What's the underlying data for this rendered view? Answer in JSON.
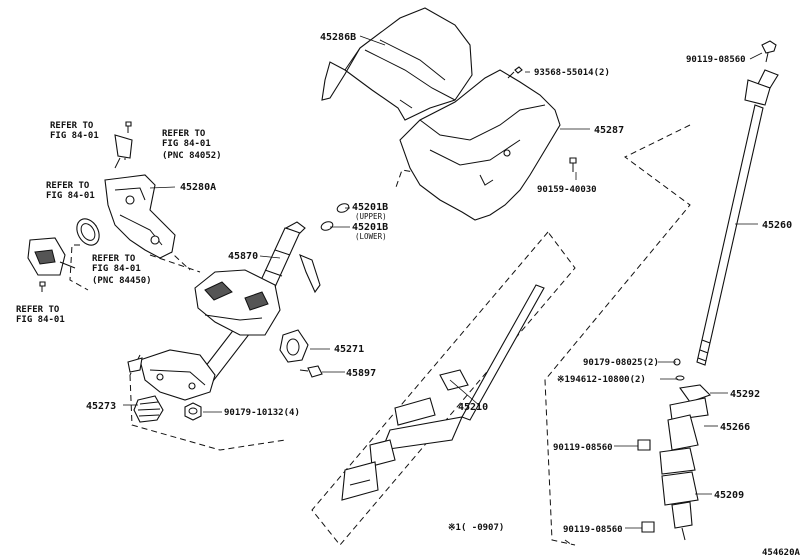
{
  "labels": {
    "p45286B": "45286B",
    "p93568": "93568-55014(2)",
    "p45287": "45287",
    "p90159": "90159-40030",
    "p90119_top": "90119-08560",
    "p45260": "45260",
    "refer1_l1": "REFER TO",
    "refer1_l2": "FIG 84-01",
    "refer2_l1": "REFER TO",
    "refer2_l2": "FIG 84-01",
    "refer2_l3": "(PNC 84052)",
    "refer3_l1": "REFER TO",
    "refer3_l2": "FIG 84-01",
    "p45280A": "45280A",
    "p45201B_u": "45201B",
    "upper": "(UPPER)",
    "p45201B_l": "45201B",
    "lower": "(LOWER)",
    "refer4_l1": "REFER TO",
    "refer4_l2": "FIG 84-01",
    "refer4_l3": "(PNC 84450)",
    "refer5_l1": "REFER TO",
    "refer5_l2": "FIG 84-01",
    "p45870": "45870",
    "p45271": "45271",
    "p45897": "45897",
    "p45273": "45273",
    "p90179_10132": "90179-10132(4)",
    "p45210": "45210",
    "p90179_08025": "90179-08025(2)",
    "p194612": "※194612-10800(2)",
    "p45292": "45292",
    "p45266": "45266",
    "p90119_mid": "90119-08560",
    "p45209": "45209",
    "p90119_bot": "90119-08560",
    "note": "※1(    -0907)",
    "figure_id": "454620A"
  }
}
